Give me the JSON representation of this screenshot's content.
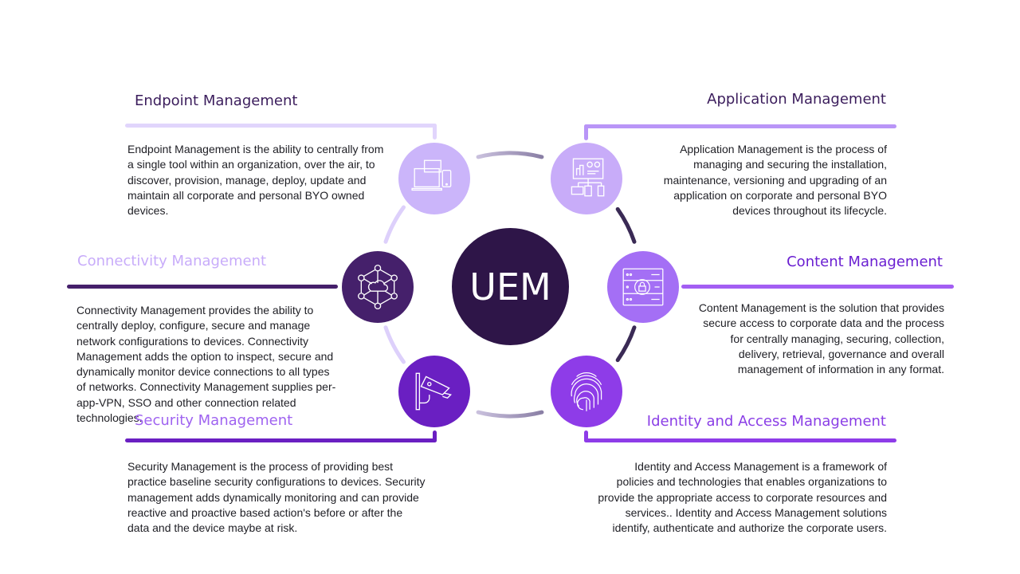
{
  "center": {
    "label": "UEM"
  },
  "sections": {
    "endpoint": {
      "title": "Endpoint Management",
      "text": "Endpoint Management is the ability to centrally from a single tool within an organization, over the air, to discover, provision, manage, deploy, update and maintain all corporate and personal BYO owned devices.",
      "icon": "devices-icon",
      "color": "#cbb5fa"
    },
    "application": {
      "title": "Application Management",
      "text": "Application Management is the process of managing and securing the installation, maintenance, versioning and upgrading of an application on corporate and personal BYO devices throughout its lifecycle.",
      "icon": "app-dashboard-icon",
      "color": "#c8acf9"
    },
    "connectivity": {
      "title": "Connectivity Management",
      "text": "Connectivity Management provides the ability to centrally deploy, configure, secure and manage network configurations to devices. Connectivity Management adds the option to inspect, secure and dynamically monitor device connections to all types of networks. Connectivity Management supplies per-app-VPN, SSO and other connection related technologies.",
      "icon": "cloud-network-icon",
      "color": "#45206b"
    },
    "content": {
      "title": "Content Management",
      "text": "Content Management is the solution that provides secure access to corporate data and the process for centrally managing, securing, collection, delivery, retrieval, governance and overall management of information in any format.",
      "icon": "secure-server-icon",
      "color": "#a46ff5"
    },
    "security": {
      "title": "Security Management",
      "text": "Security Management is the process of providing best practice baseline security configurations to devices. Security management adds  dynamically monitoring and can provide reactive and proactive based action's before or after the data and the device maybe at risk.",
      "icon": "security-camera-icon",
      "color": "#6a1fc2"
    },
    "identity": {
      "title": "Identity and Access Management",
      "text": "Identity and Access Management is a framework of policies and technologies that enables organizations to provide the appropriate access to corporate resources and services.. Identity and Access Management solutions identify, authenticate and authorize the corporate users.",
      "icon": "fingerprint-icon",
      "color": "#8e3ce8"
    }
  }
}
